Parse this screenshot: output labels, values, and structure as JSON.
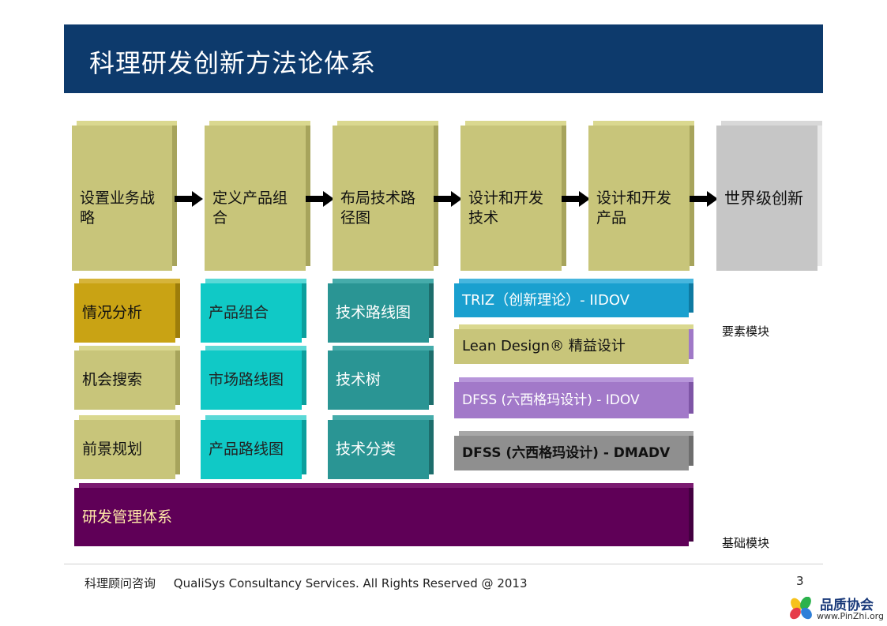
{
  "title": "科理研发创新方法论体系",
  "process": [
    {
      "label": "设置业务战略"
    },
    {
      "label": "定义产品组合"
    },
    {
      "label": "布局技术路径图"
    },
    {
      "label": "设计和开发技术"
    },
    {
      "label": "设计和开发产品"
    },
    {
      "label": "世界级创新"
    }
  ],
  "col1": [
    "情况分析",
    "机会搜索",
    "前景规划"
  ],
  "col2": [
    "产品组合",
    "市场路线图",
    "产品路线图"
  ],
  "col3": [
    "技术路线图",
    "技术树",
    "技术分类"
  ],
  "methods": [
    "TRIZ（创新理论）- IIDOV",
    "Lean Design® 精益设计",
    "DFSS (六西格玛设计) - IDOV",
    "DFSS (六西格玛设计) - DMADV"
  ],
  "base": "研发管理体系",
  "labels": {
    "elements": "要素模块",
    "foundation": "基础模块"
  },
  "footer": {
    "company": "科理顾问咨询",
    "copyright": "QualiSys Consultancy Services. All Rights Reserved @ 2013",
    "page": "3"
  },
  "logo": {
    "name": "品质协会",
    "url": "www.PinZhi.org"
  },
  "colors": {
    "title_bg": "#0d3a6c",
    "olive": "#c8c57a",
    "cyan": "#10c9c6",
    "teal": "#2a9594",
    "base_purple": "#5f0057"
  }
}
